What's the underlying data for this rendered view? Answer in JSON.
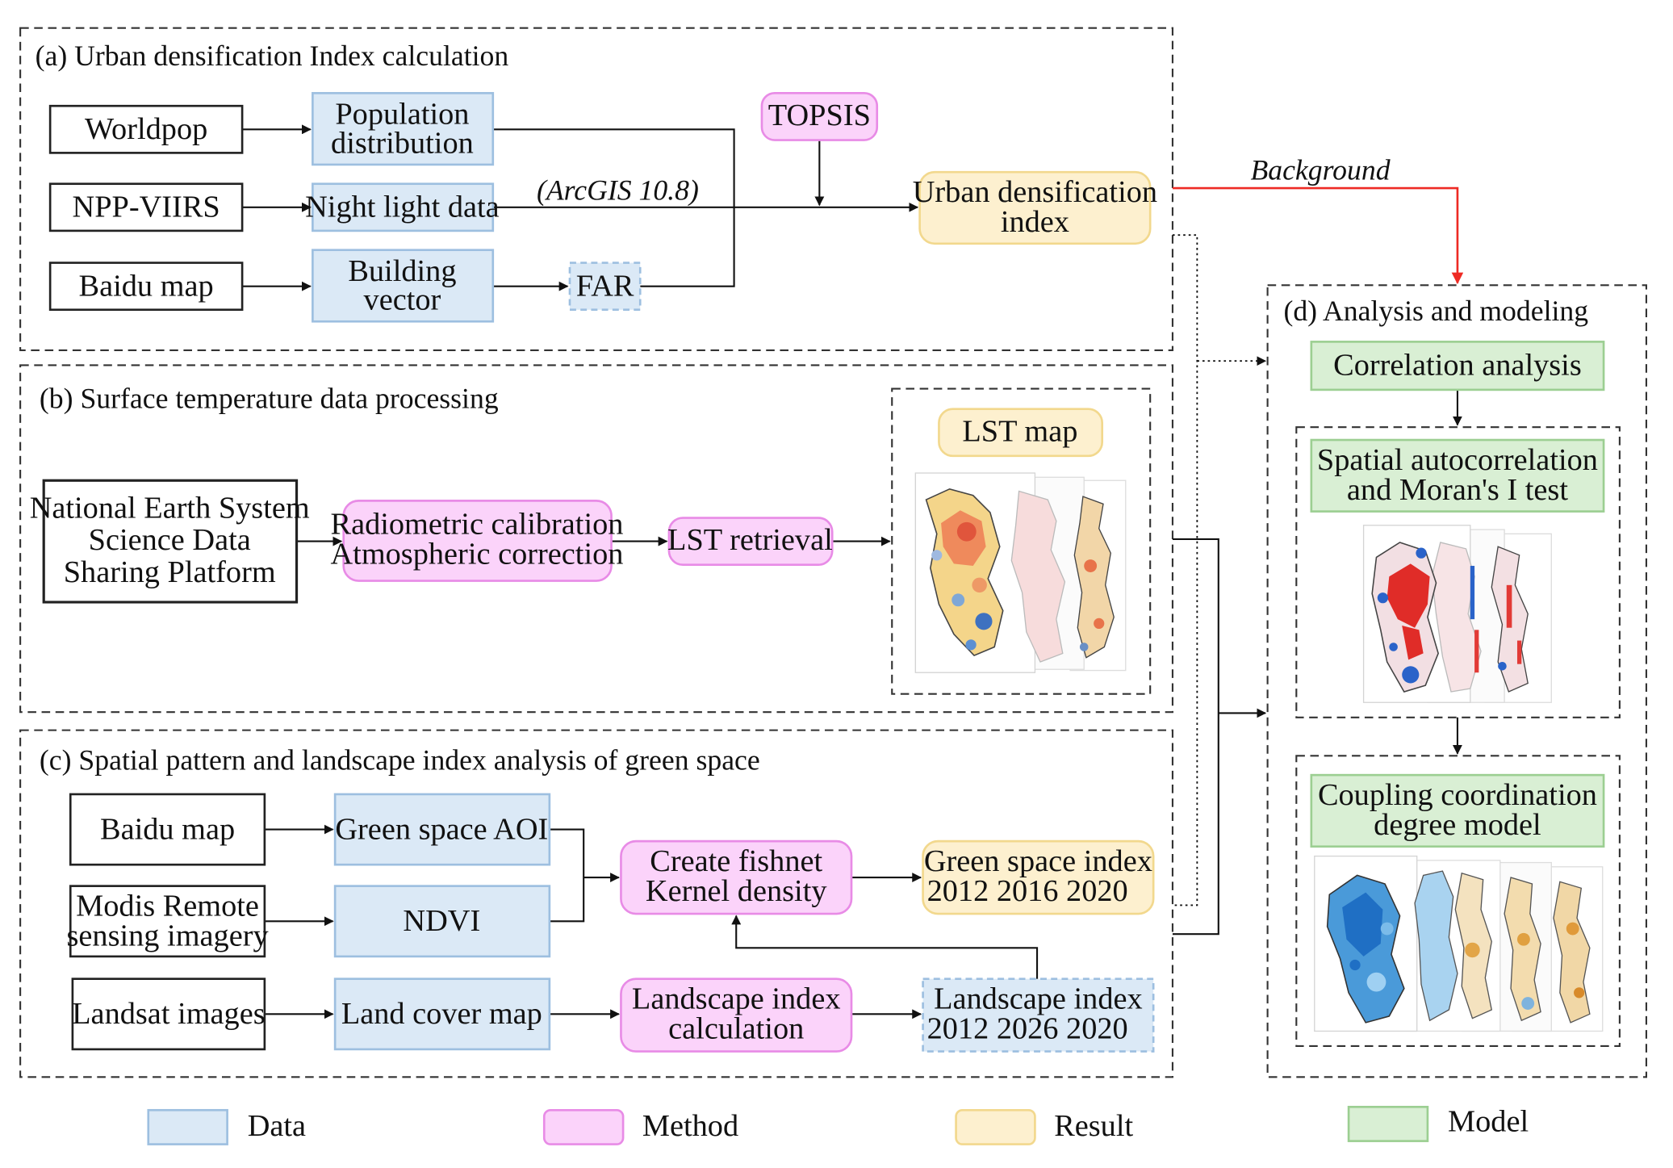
{
  "sections": {
    "a": "(a) Urban densification Index calculation",
    "b": "(b) Surface temperature data processing",
    "c": "(c) Spatial pattern and landscape index analysis of green space",
    "d": "(d) Analysis and modeling"
  },
  "nodes": {
    "worldpop": "Worldpop",
    "npp_viirs": "NPP-VIIRS",
    "baidu_map_a": "Baidu map",
    "population_distribution": [
      "Population",
      "distribution"
    ],
    "night_light_data": "Night light data",
    "building_vector": [
      "Building",
      "vector"
    ],
    "far": "FAR",
    "topsis": "TOPSIS",
    "urban_densification_index": [
      "Urban densification",
      "index"
    ],
    "national_earth_system": [
      "National Earth System",
      "Science Data",
      "Sharing Platform"
    ],
    "radiometric_calibration": [
      "Radiometric calibration",
      "Atmospheric correction"
    ],
    "lst_retrieval": "LST retrieval",
    "lst_map": "LST map",
    "baidu_map_c": "Baidu map",
    "modis_remote": [
      "Modis Remote",
      "sensing imagery"
    ],
    "landsat_images": "Landsat images",
    "green_space_aoi": "Green space AOI",
    "ndvi": "NDVI",
    "land_cover_map": "Land cover map",
    "create_fishnet": [
      "Create fishnet",
      "Kernel density"
    ],
    "landscape_index_calculation": [
      "Landscape index",
      "calculation"
    ],
    "green_space_index": [
      "Green space index",
      "2012 2016 2020"
    ],
    "landscape_index": [
      "Landscape index",
      "2012 2026 2020"
    ],
    "correlation_analysis": "Correlation analysis",
    "spatial_autocorrelation": [
      "Spatial autocorrelation",
      "and Moran's I test"
    ],
    "coupling_coordination": [
      "Coupling coordination",
      "degree model"
    ]
  },
  "annotations": {
    "arcgis": "(ArcGIS 10.8)",
    "background": "Background"
  },
  "legend": [
    {
      "label": "Data",
      "color": "#dbe9f6"
    },
    {
      "label": "Method",
      "color": "#fbd3fa"
    },
    {
      "label": "Result",
      "color": "#fdf0cf"
    },
    {
      "label": "Model",
      "color": "#d9efd4"
    }
  ],
  "colors": {
    "data_fill": "#dbe9f6",
    "data_stroke": "#9dbfe0",
    "method_fill": "#fbd3fa",
    "method_stroke": "#e88be6",
    "result_fill": "#fdf0cf",
    "result_stroke": "#f2d88d",
    "model_fill": "#d9efd4",
    "model_stroke": "#9ccf92",
    "background_arrow": "#ee2a24"
  }
}
